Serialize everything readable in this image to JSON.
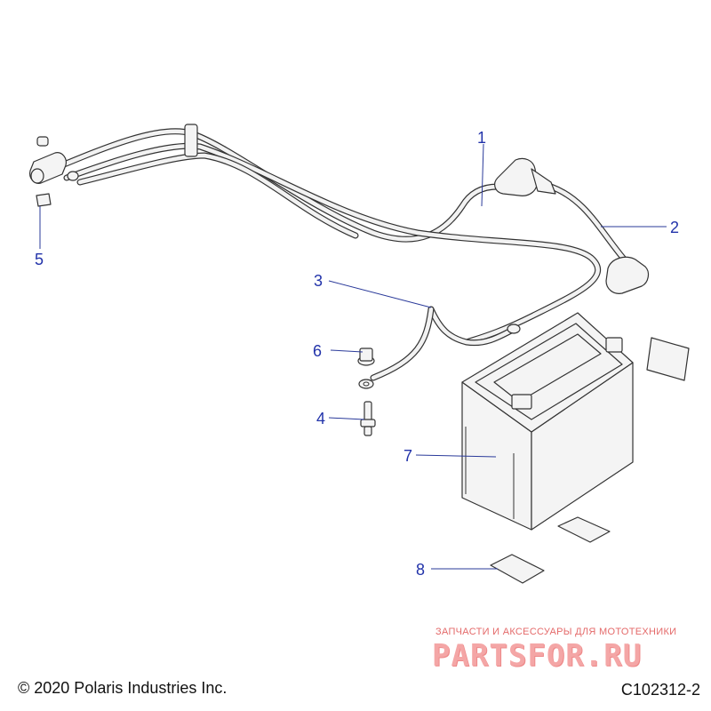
{
  "callouts": [
    {
      "id": "1",
      "label": "1"
    },
    {
      "id": "2",
      "label": "2"
    },
    {
      "id": "3",
      "label": "3"
    },
    {
      "id": "4",
      "label": "4"
    },
    {
      "id": "5",
      "label": "5"
    },
    {
      "id": "6",
      "label": "6"
    },
    {
      "id": "7",
      "label": "7"
    },
    {
      "id": "8",
      "label": "8"
    }
  ],
  "footer": {
    "copyright": "© 2020 Polaris Industries Inc.",
    "code": "C102312-2"
  },
  "watermark": {
    "top": "ЗАПЧАСТИ И АКСЕССУАРЫ ДЛЯ МОТОТЕХНИКИ",
    "main": "PARTSFOR.RU"
  },
  "colors": {
    "callout": "#2233aa",
    "watermark": "#e46a6a"
  }
}
